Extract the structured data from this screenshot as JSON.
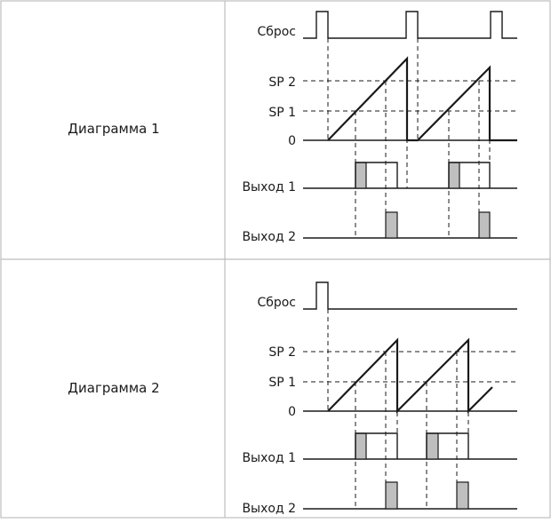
{
  "panels": [
    {
      "title": "Диаграмма 1",
      "labels": {
        "reset": "Сброс",
        "sp2": "SP 2",
        "sp1": "SP 1",
        "zero": "0",
        "out1": "Выход 1",
        "out2": "Выход 2"
      }
    },
    {
      "title": "Диаграмма 2",
      "labels": {
        "reset": "Сброс",
        "sp2": "SP 2",
        "sp1": "SP 1",
        "zero": "0",
        "out1": "Выход 1",
        "out2": "Выход 2"
      }
    }
  ],
  "colors": {
    "line": "#1a1a1a",
    "border": "#bdbdbd",
    "pulse_fill": "#bfbfbf"
  }
}
